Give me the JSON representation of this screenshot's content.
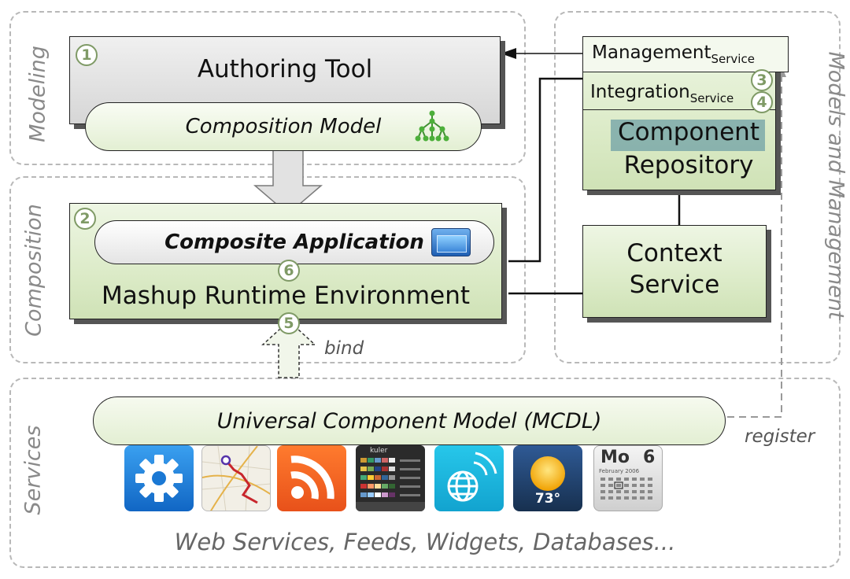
{
  "regions": {
    "modeling": "Modeling",
    "composition": "Composition",
    "services": "Services",
    "models_management": "Models and Management"
  },
  "authoring_tool": {
    "title": "Authoring Tool",
    "model": "Composition Model",
    "step": "1"
  },
  "mashup": {
    "app": "Composite Application",
    "env": "Mashup Runtime Environment",
    "step": "2"
  },
  "repository": {
    "management_main": "Management",
    "management_sub": "Service",
    "integration_main": "Integration",
    "integration_sub": "Service",
    "component": "Component",
    "repository": "Repository",
    "step_management": "3",
    "step_integration": "4"
  },
  "context": {
    "line1": "Context",
    "line2": "Service"
  },
  "steps": {
    "bind": "5",
    "app_env": "6"
  },
  "labels": {
    "bind": "bind",
    "register": "register"
  },
  "ucm": {
    "title": "Universal Component Model (MCDL)"
  },
  "footer": {
    "text": "Web Services, Feeds, Widgets, Databases..."
  },
  "widgets": {
    "weather_temp": "73°",
    "calendar_month": "Mo",
    "calendar_day": "6",
    "calendar_caption": "February 2006",
    "kuler_title": "kuler"
  },
  "icons": [
    "gear-icon",
    "map-icon",
    "rss-feed-icon",
    "kuler-widget-icon",
    "globe-wireless-icon",
    "weather-icon",
    "calendar-icon",
    "tree-icon",
    "window-icon"
  ],
  "colors": {
    "green_fill": "#dcebc8",
    "step_badge": "#7f9a66",
    "region_border": "#b8b8b8"
  }
}
